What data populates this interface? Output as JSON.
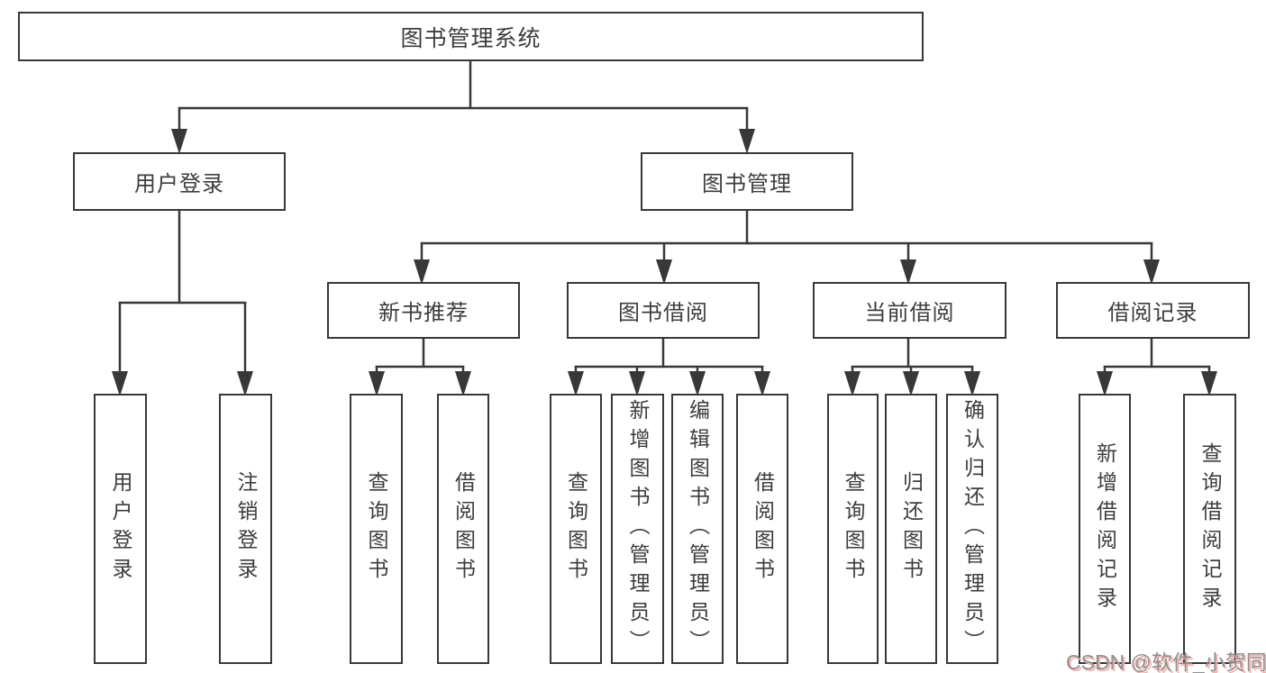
{
  "diagram_title": "图书管理系统",
  "tree": {
    "label": "图书管理系统",
    "children": [
      {
        "label": "用户登录",
        "children": [
          {
            "label": "用户登录"
          },
          {
            "label": "注销登录"
          }
        ]
      },
      {
        "label": "图书管理",
        "children": [
          {
            "label": "新书推荐",
            "children": [
              {
                "label": "查询图书"
              },
              {
                "label": "借阅图书"
              }
            ]
          },
          {
            "label": "图书借阅",
            "children": [
              {
                "label": "查询图书"
              },
              {
                "label": "新增图书（管理员）"
              },
              {
                "label": "编辑图书（管理员）"
              },
              {
                "label": "借阅图书"
              }
            ]
          },
          {
            "label": "当前借阅",
            "children": [
              {
                "label": "查询图书"
              },
              {
                "label": "归还图书"
              },
              {
                "label": "确认归还（管理员）"
              }
            ]
          },
          {
            "label": "借阅记录",
            "children": [
              {
                "label": "新增借阅记录"
              },
              {
                "label": "查询借阅记录"
              }
            ]
          }
        ]
      }
    ]
  },
  "watermark": {
    "text": "CSDN @软件_小贺同学"
  },
  "colors": {
    "line": "#383838",
    "box_border": "#383838",
    "text": "#3d3d3d",
    "watermark_text": "#8f8f8f",
    "watermark_shadow": "#f2b0ac",
    "background": "#ffffff"
  }
}
